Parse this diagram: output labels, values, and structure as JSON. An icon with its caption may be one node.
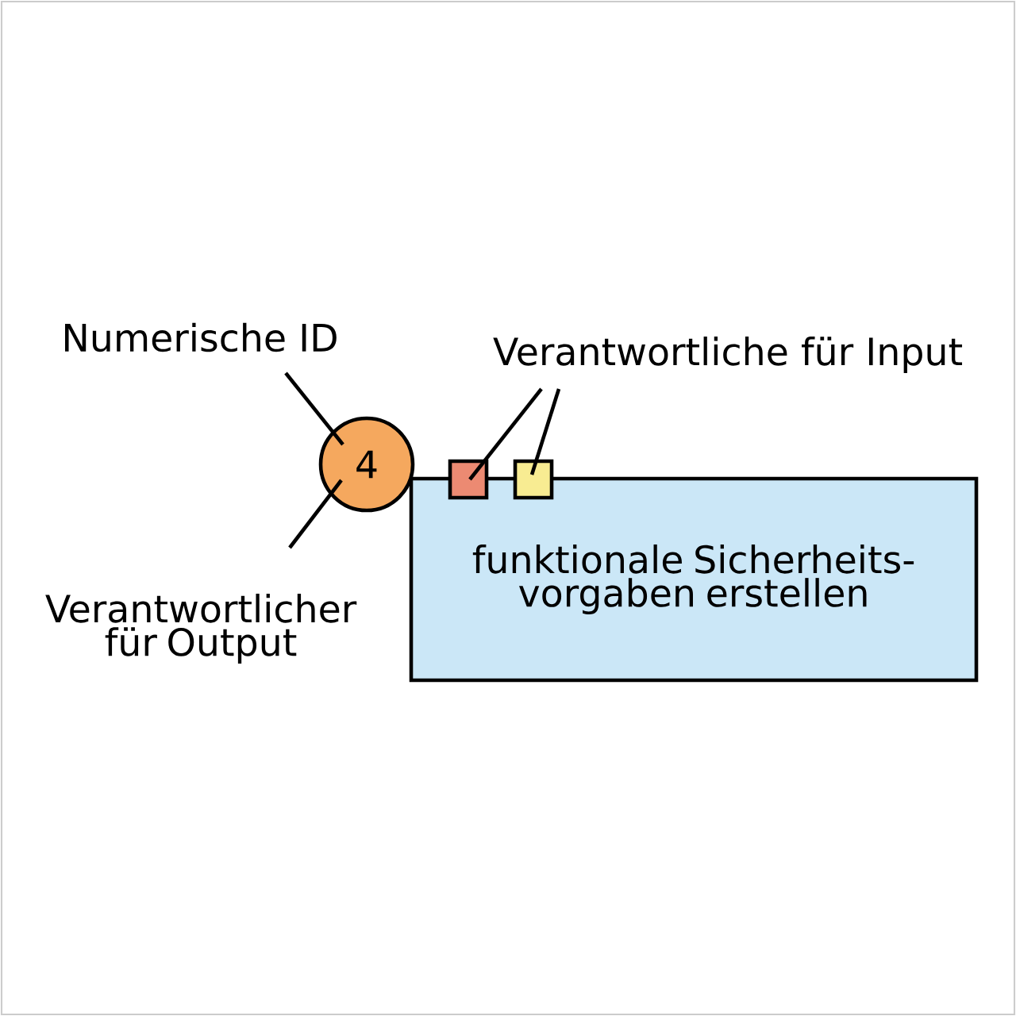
{
  "diagram": {
    "nodes": [
      {
        "text": [
          "Numerische ID"
        ]
      },
      {
        "text": [
          "4"
        ]
      },
      {
        "text": [
          "Verantwortlicher für Output"
        ]
      },
      {
        "text": [
          "Verantwortliche für Input"
        ]
      },
      {
        "text": [],
        "shape": "box"
      },
      {
        "text": [],
        "shape": "box"
      },
      {
        "text": [
          "funktionale Sicherheits- vorgaben erstellen"
        ]
      }
    ],
    "edges": [
      {
        "from": 0,
        "to": 1,
        "arrow": "none"
      },
      {
        "from": 2,
        "to": 1,
        "arrow": "none"
      },
      {
        "from": 3,
        "to": 4,
        "arrow": "none"
      },
      {
        "from": 3,
        "to": 5,
        "arrow": "none"
      }
    ]
  }
}
